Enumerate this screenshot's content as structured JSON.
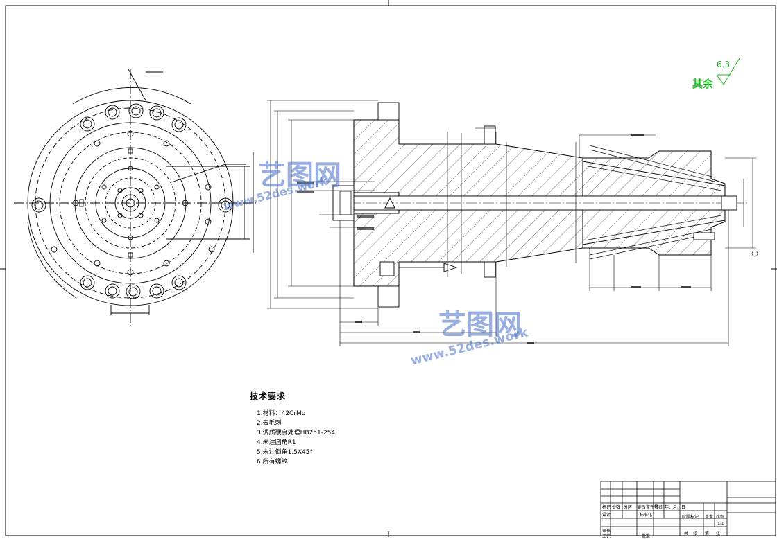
{
  "drawing": {
    "line_color": "#000000",
    "hatch_color": "#333333",
    "roughness": {
      "label": "其余",
      "value": "6.3",
      "color": "#1eb91e"
    },
    "tech_requirements": {
      "title": "技术要求",
      "items": [
        "1.材料：42CrMo",
        "2.去毛刺",
        "3.调质硬度处理HB251-254",
        "4.未注圆角R1",
        "5.未注倒角1.5X45°",
        "6.所有螺纹"
      ]
    },
    "watermark": {
      "brand": "艺图网",
      "url": "www.52des.work",
      "color": "#466ec8"
    },
    "title_block": {
      "cells": [
        "标记",
        "处数",
        "分区",
        "更改文件号",
        "签名",
        "年、月、日",
        "设计",
        "标准化",
        "阶段标记",
        "重量",
        "比例",
        "审核",
        "工艺",
        "批准",
        "共",
        "张",
        "第",
        "张",
        "1:1"
      ]
    }
  }
}
